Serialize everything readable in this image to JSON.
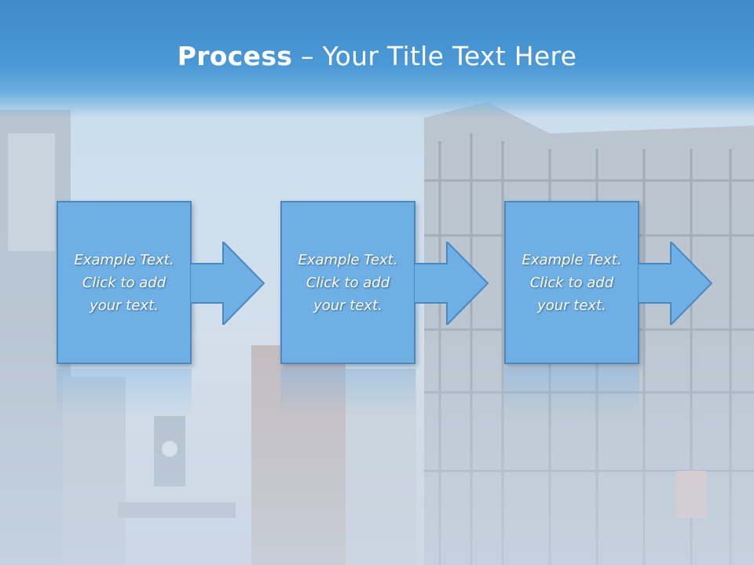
{
  "slide": {
    "title_bold": "Process",
    "title_rest": " – Your Title Text Here"
  },
  "steps": [
    {
      "text": "Example Text.\nClick  to add\nyour text."
    },
    {
      "text": "Example Text.\nClick  to add\nyour text."
    },
    {
      "text": "Example Text.\nClick  to add\nyour text."
    }
  ],
  "colors": {
    "title_bar": "#4b98d6",
    "box_fill": "#6eb0e6",
    "box_border": "#4a88bf",
    "text": "#ffffff"
  },
  "icons": [
    "right-arrow-icon"
  ]
}
